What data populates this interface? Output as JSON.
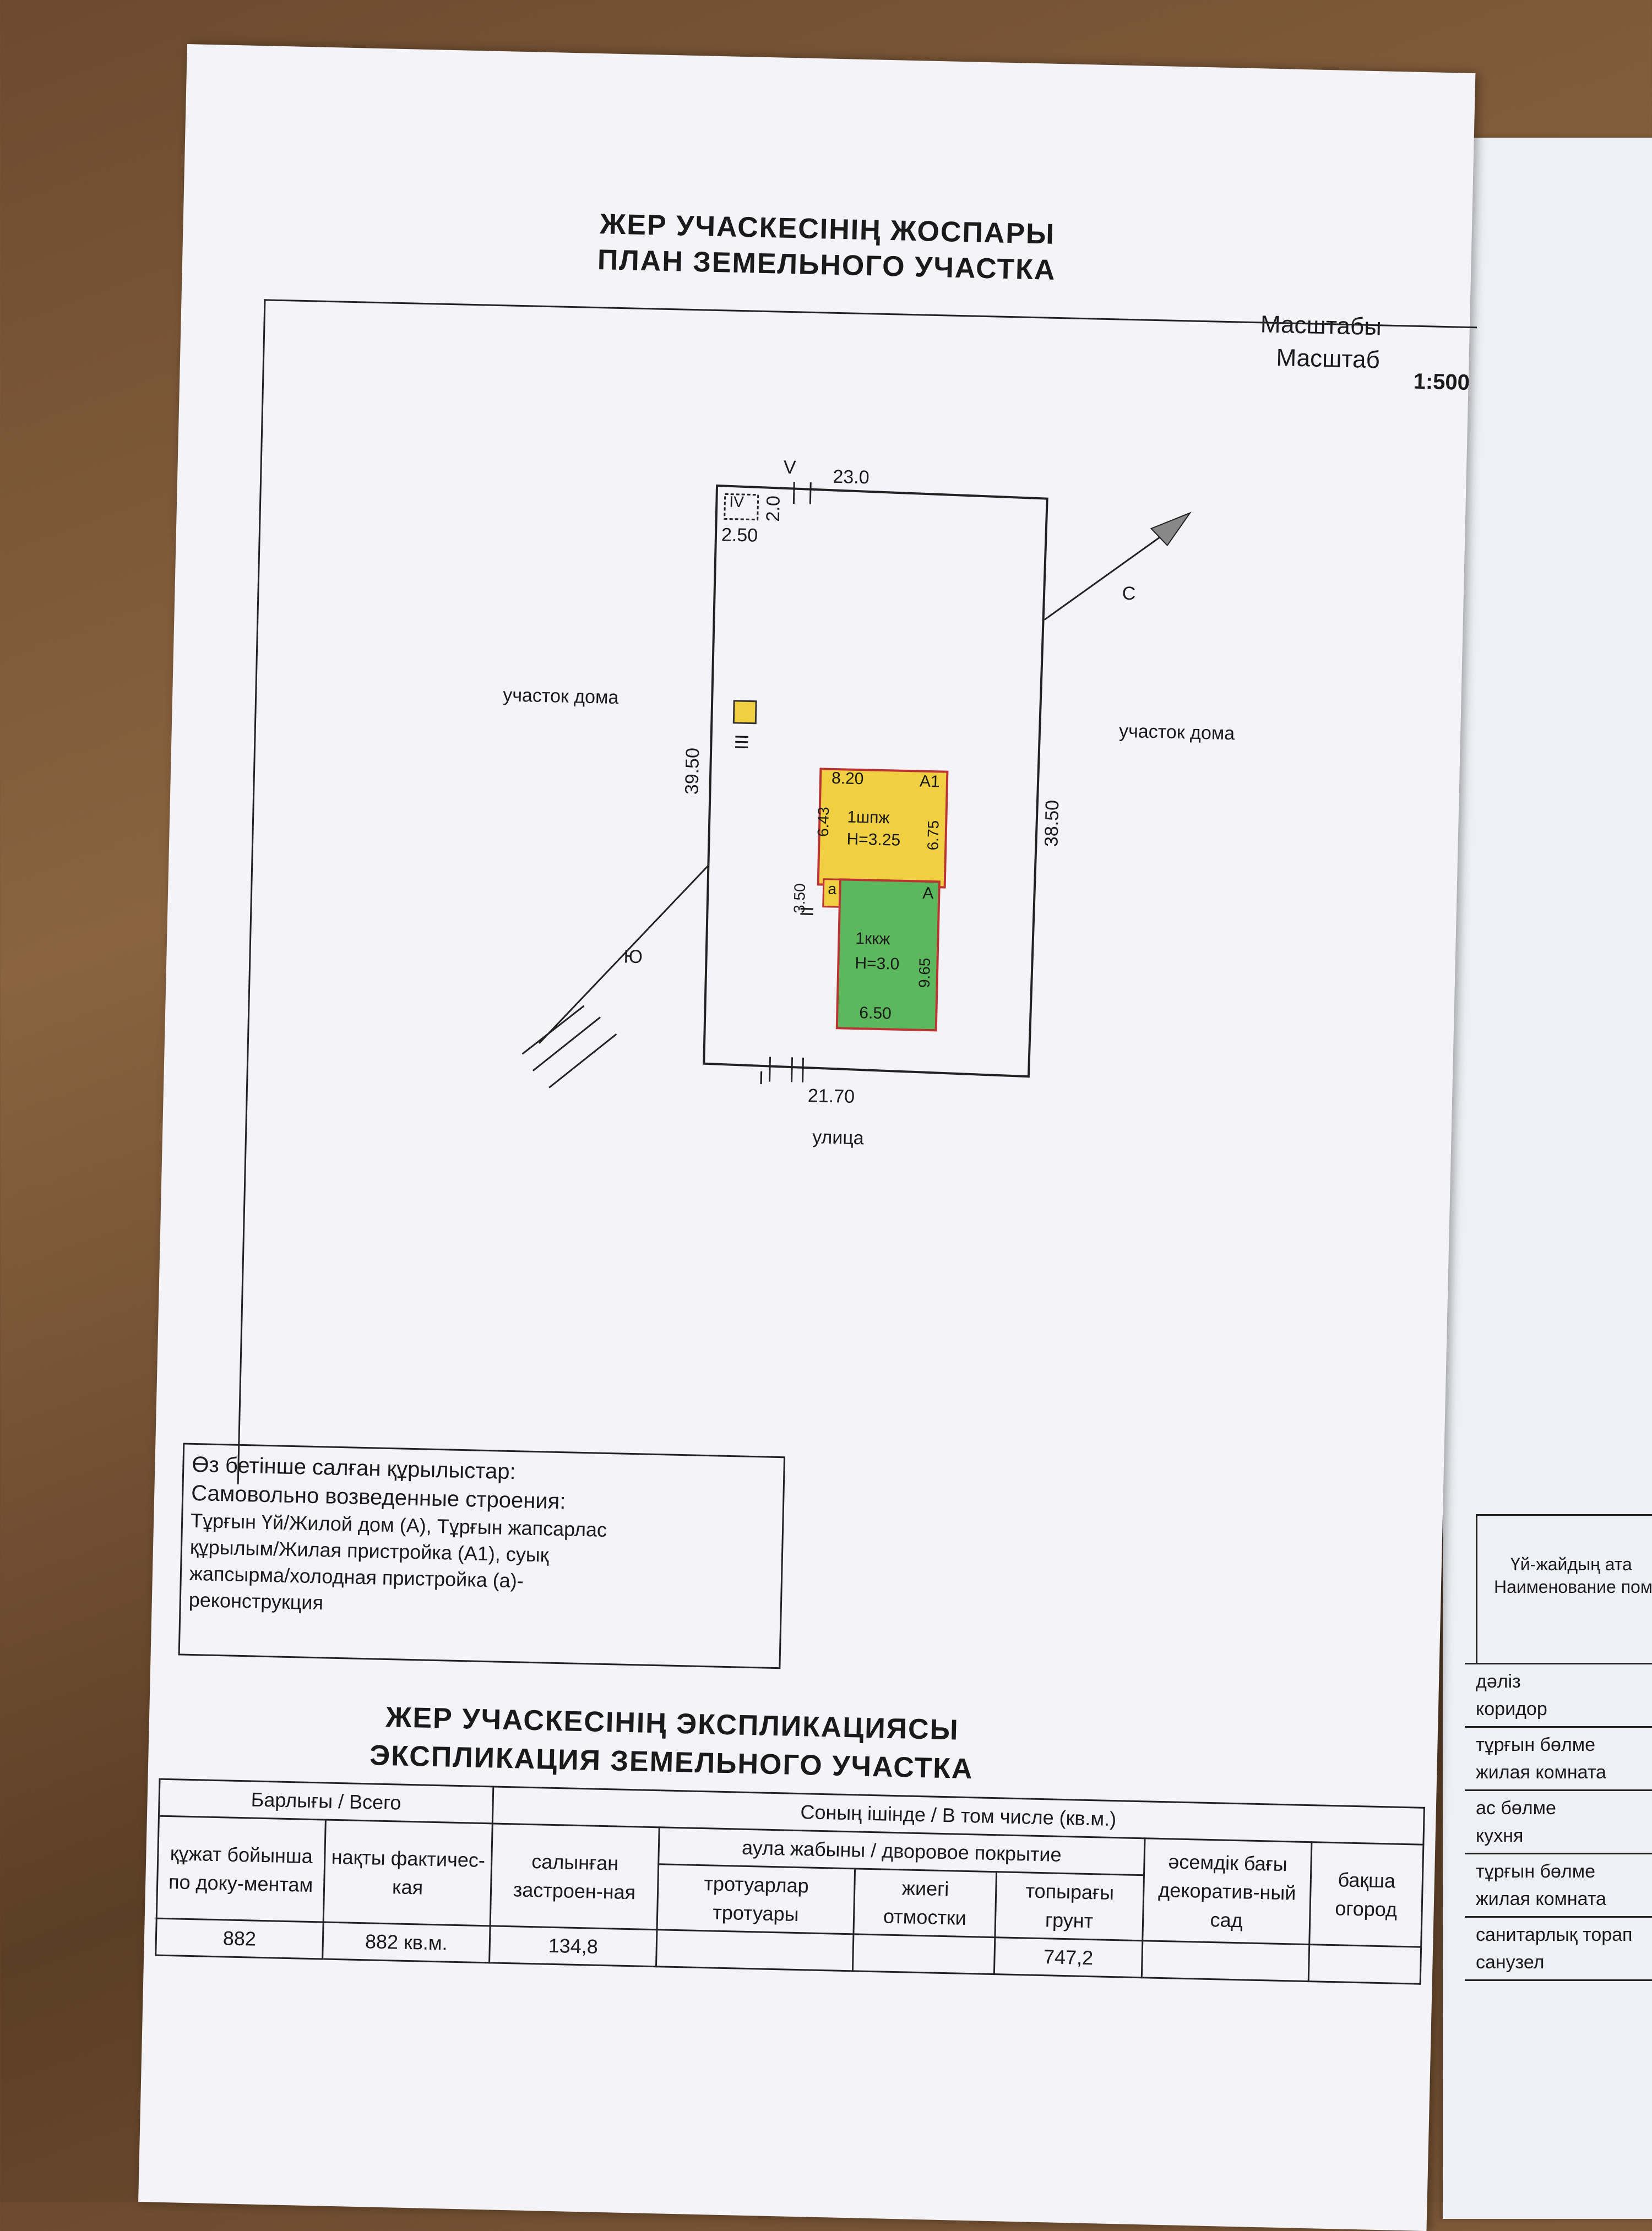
{
  "plan": {
    "title_kz": "ЖЕР УЧАСКЕСІНІҢ ЖОСПАРЫ",
    "title_ru": "ПЛАН ЗЕМЕЛЬНОГО УЧАСТКА",
    "scale_kz": "Масштабы",
    "scale_ru": "Масштаб",
    "scale_value": "1:500",
    "north_label": "С",
    "south_label": "Ю",
    "neighbor_left": "участок дома",
    "neighbor_right": "участок дома",
    "street": "улица",
    "dims": {
      "top": "23.0",
      "left": "39.50",
      "right": "38.50",
      "bottom": "21.70",
      "corner_w": "2.50",
      "corner_h": "2.0",
      "a1_w": "8.20",
      "a1_h_left": "6.43",
      "a1_h_right": "6.75",
      "a_h": "9.65",
      "a_w": "6.50",
      "small_h": "3.50"
    },
    "markers": {
      "I": "I",
      "II": "II",
      "III": "III",
      "IV": "IV",
      "V": "V"
    },
    "building_a1": {
      "id": "А1",
      "kind": "1шпж",
      "height": "Н=3.25",
      "color": "#f0d040"
    },
    "building_a": {
      "id": "А",
      "kind": "1ккж",
      "height": "Н=3.0",
      "color": "#5cb85c"
    },
    "annex": "а"
  },
  "unauthorized": {
    "line1": "Өз бетінше салған құрылыстар:",
    "line2": "Самовольно возведенные строения:",
    "line3": "Тұрғын Үй/Жилой дом (А), Тұрғын жапсарлас",
    "line4": "құрылым/Жилая пристройка (А1), суық",
    "line5": "жапсырма/холодная пристройка (а)-",
    "line6": "реконструкция"
  },
  "explication": {
    "title_kz": "ЖЕР УЧАСКЕСІНІҢ ЭКСПЛИКАЦИЯСЫ",
    "title_ru": "ЭКСПЛИКАЦИЯ ЗЕМЕЛЬНОГО УЧАСТКА",
    "total_header": "Барлығы / Всего",
    "incl_header": "Соның ішінде / В том числе (кв.м.)",
    "yard_header": "аула жабыны / дворовое покрытие",
    "cols": {
      "doc": "құжат бойынша по доку-ментам",
      "fact": "нақты фактичес-кая",
      "built": "салынған застроен-ная",
      "sidewalk": "тротуарлар тротуары",
      "blind": "жиегі отмостки",
      "soil": "топырағы грунт",
      "garden": "әсемдік бағы декоратив-ный сад",
      "veg": "бақша огород"
    },
    "values": {
      "doc": "882",
      "fact": "882 кв.м.",
      "built": "134,8",
      "sidewalk": "",
      "blind": "",
      "soil": "747,2",
      "garden": "",
      "veg": ""
    }
  },
  "side_sheet": {
    "header1": "Үй-жайдың ата",
    "header2": "Наименование поме",
    "rows": [
      {
        "kz": "дәліз",
        "ru": "коридор"
      },
      {
        "kz": "тұрғын бөлме",
        "ru": "жилая комната"
      },
      {
        "kz": "ас бөлме",
        "ru": "кухня"
      },
      {
        "kz": "тұрғын бөлме",
        "ru": "жилая комната"
      },
      {
        "kz": "санитарлық торап",
        "ru": "санузел"
      }
    ]
  }
}
